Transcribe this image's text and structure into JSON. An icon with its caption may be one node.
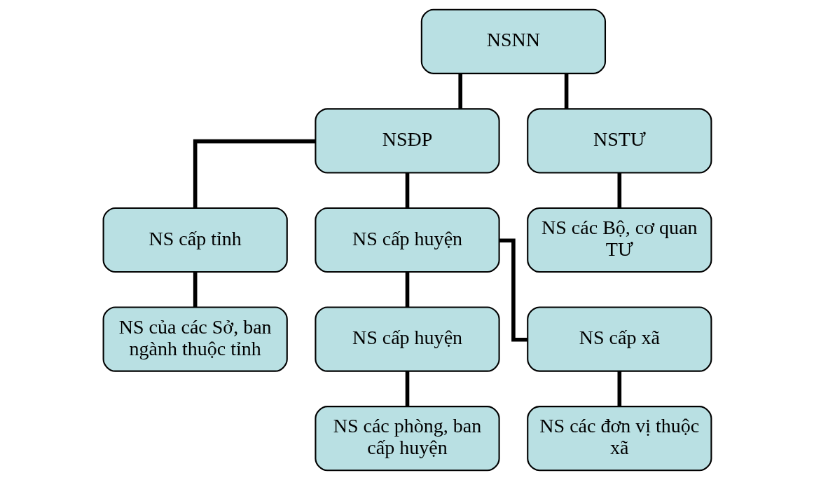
{
  "diagram": {
    "nodes": [
      {
        "text": [
          "NSNN"
        ]
      },
      {
        "text": [
          "NSĐP"
        ]
      },
      {
        "text": [
          "NSTƯ"
        ]
      },
      {
        "text": [
          "NS cấp tỉnh"
        ]
      },
      {
        "text": [
          "NS cấp huyện"
        ]
      },
      {
        "text": [
          "NS các Bộ, cơ quan TƯ"
        ]
      },
      {
        "text": [
          "NS của các Sở, ban ngành thuộc tỉnh"
        ]
      },
      {
        "text": [
          "NS cấp huyện"
        ]
      },
      {
        "text": [
          "NS cấp xã"
        ]
      },
      {
        "text": [
          "NS các phòng, ban cấp huyện"
        ]
      },
      {
        "text": [
          "NS các đơn vị thuộc xã"
        ]
      }
    ],
    "edges": [
      {
        "from": 0,
        "to": 1,
        "arrow": "none"
      },
      {
        "from": 0,
        "to": 2,
        "arrow": "none"
      },
      {
        "from": 1,
        "to": 3,
        "arrow": "none"
      },
      {
        "from": 1,
        "to": 4,
        "arrow": "none"
      },
      {
        "from": 2,
        "to": 5,
        "arrow": "none"
      },
      {
        "from": 3,
        "to": 6,
        "arrow": "none"
      },
      {
        "from": 4,
        "to": 7,
        "arrow": "none"
      },
      {
        "from": 4,
        "to": 8,
        "arrow": "none"
      },
      {
        "from": 7,
        "to": 9,
        "arrow": "none"
      },
      {
        "from": 8,
        "to": 10,
        "arrow": "none"
      }
    ]
  }
}
